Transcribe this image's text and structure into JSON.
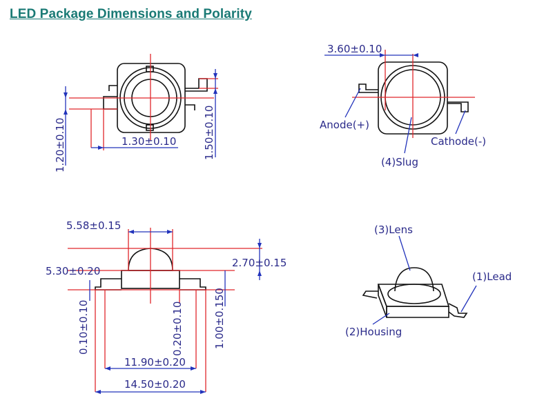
{
  "title": "LED Package Dimensions and Polarity",
  "top_left_view": {
    "dim_height": "1.20±0.10",
    "dim_width": "1.30±0.10",
    "dim_lead": "1.50±0.10"
  },
  "top_right_view": {
    "dim_slug": "3.60±0.10",
    "label_anode": "Anode(+)",
    "label_cathode": "Cathode(-)",
    "label_slug": "(4)Slug"
  },
  "bottom_left_view": {
    "dim_lens": "5.58±0.15",
    "dim_total_height": "5.30±0.20",
    "dim_lens_height": "2.70±0.15",
    "dim_lead_thick": "0.10±0.10",
    "dim_gap": "0.20±0.10",
    "dim_lead_len": "1.00±0.150",
    "dim_body": "11.90±0.20",
    "dim_overall": "14.50±0.20"
  },
  "bottom_right_view": {
    "label_lens": "(3)Lens",
    "label_lead": "(1)Lead",
    "label_housing": "(2)Housing"
  },
  "colors": {
    "title": "#1a7a75",
    "dimension": "#2233bb",
    "centerline": "#e0262b",
    "outline": "#111111"
  }
}
